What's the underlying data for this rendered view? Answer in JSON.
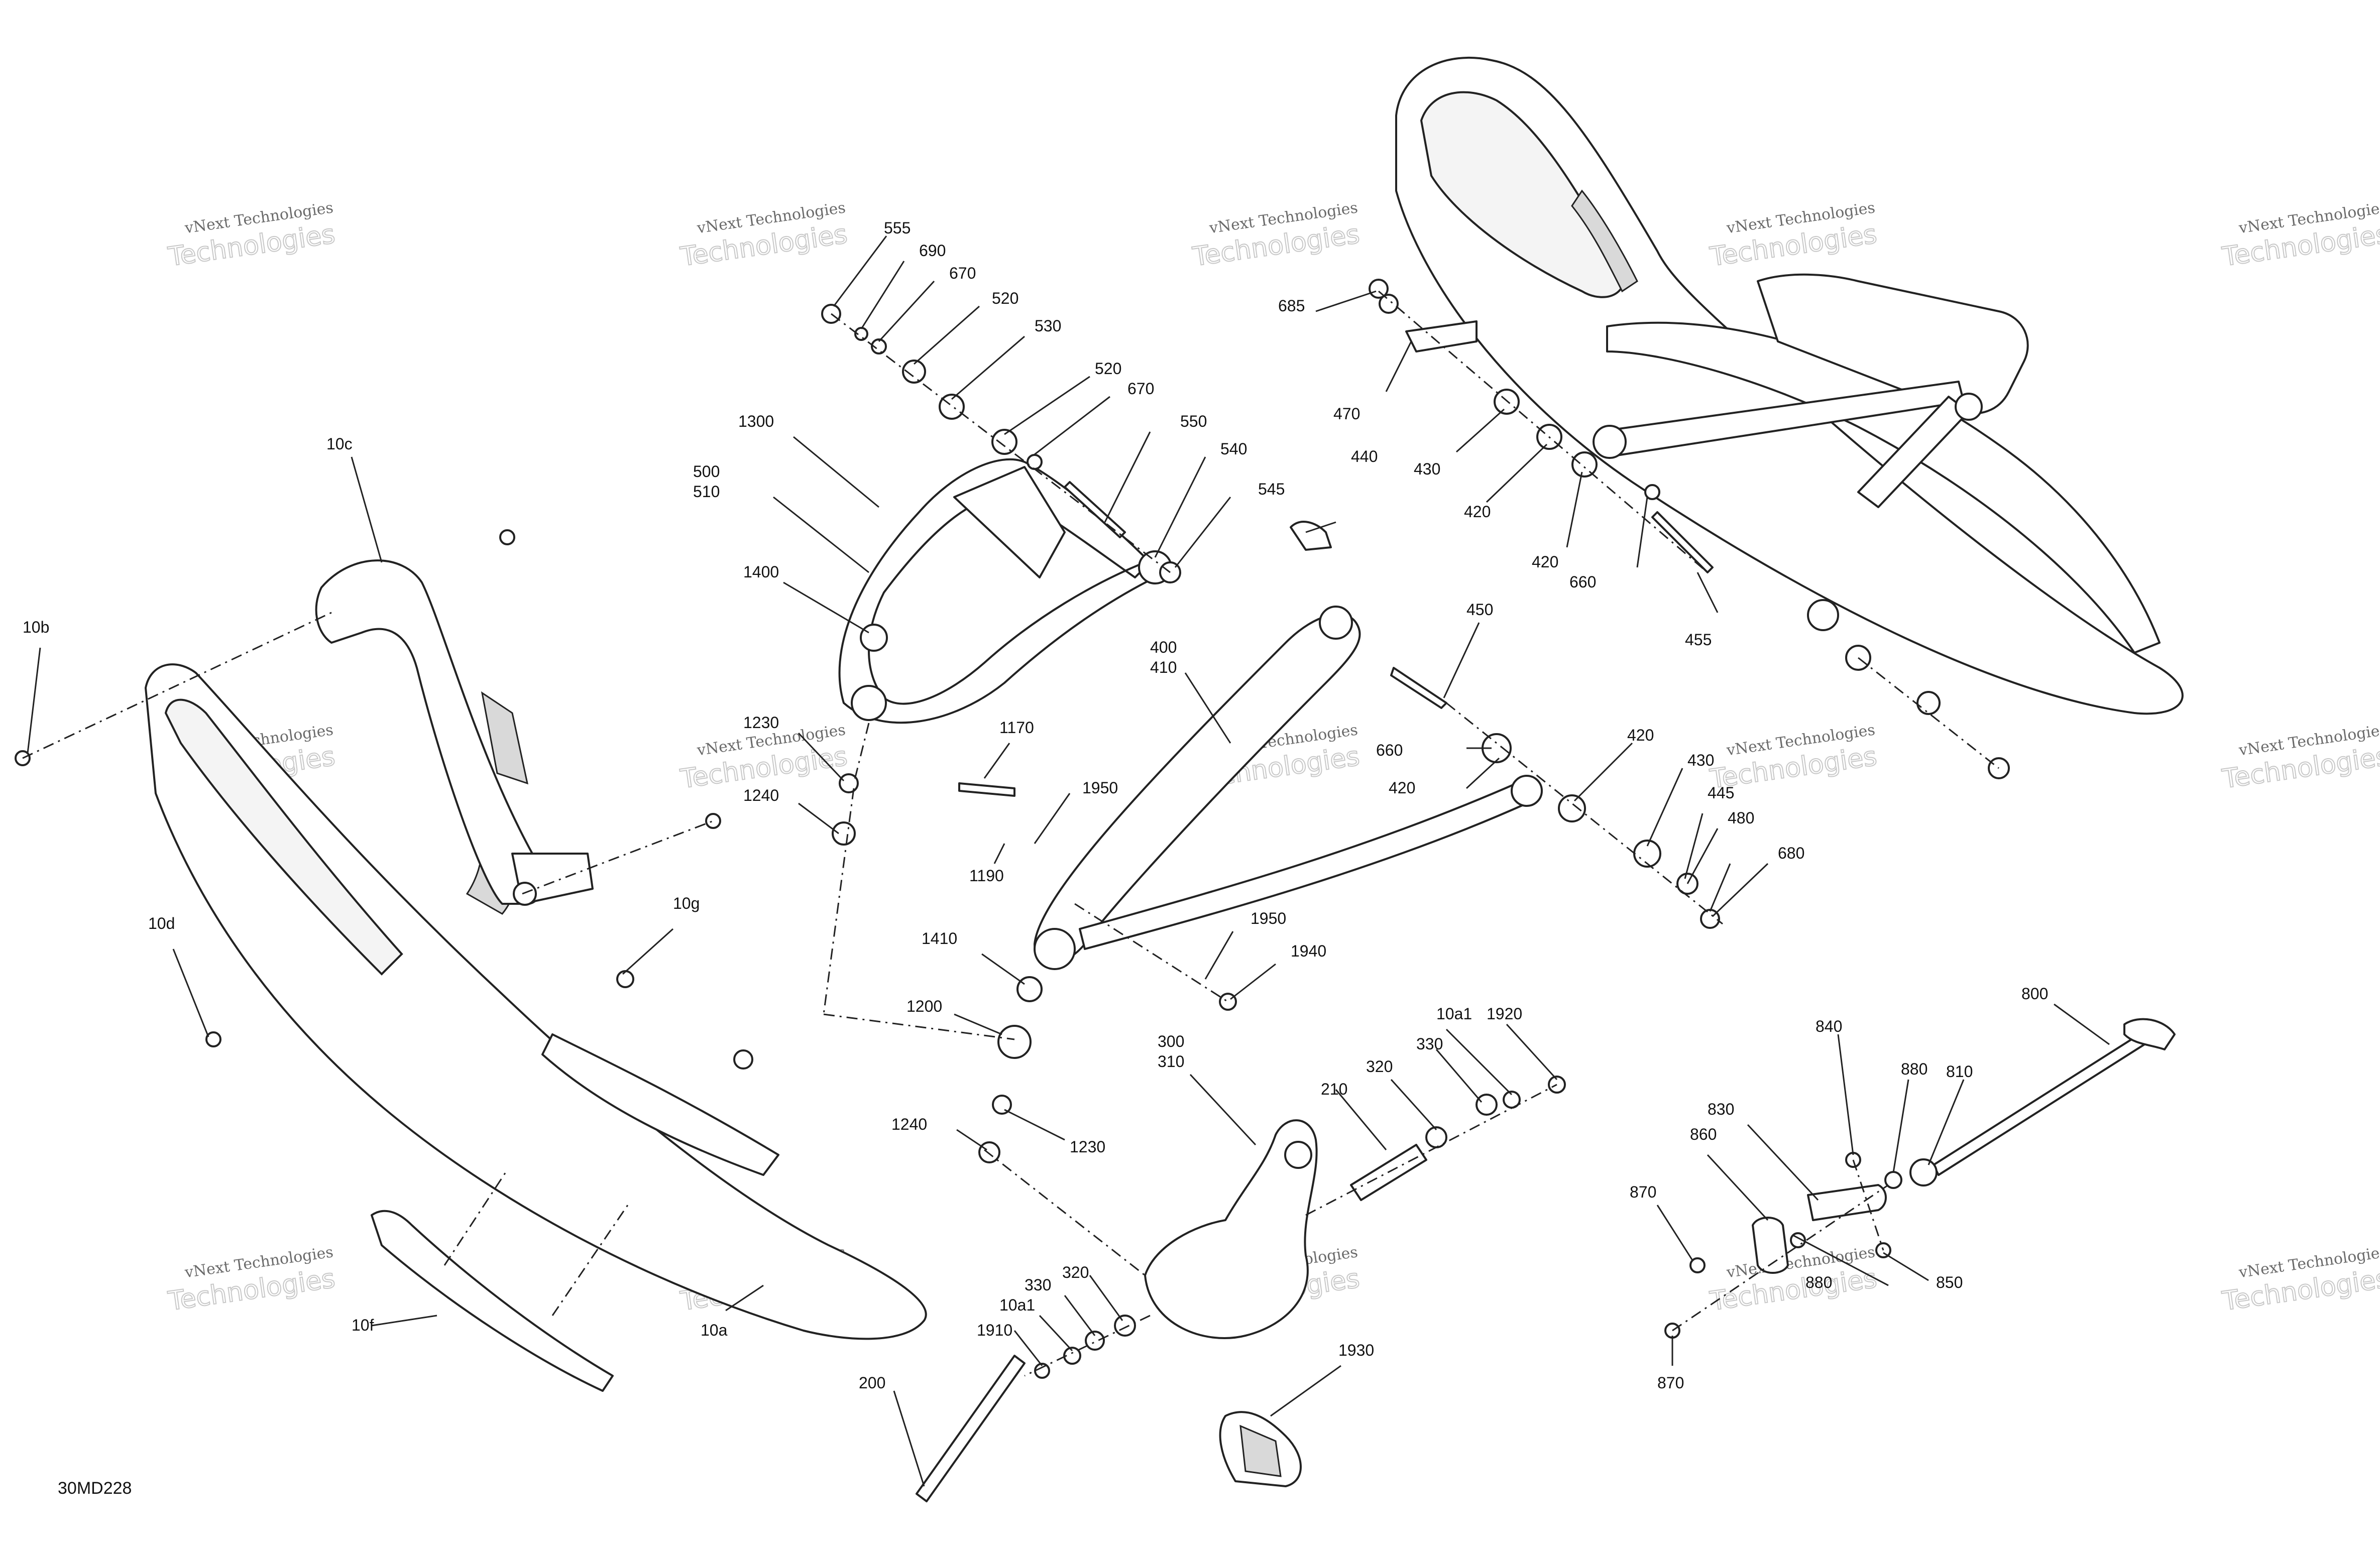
{
  "document": {
    "figure_id": "30MD228"
  },
  "watermark": {
    "line1": "vNext Technologies",
    "line2": "Technologies"
  },
  "callouts": [
    {
      "id": "555",
      "label": "555"
    },
    {
      "id": "690",
      "label": "690"
    },
    {
      "id": "670a",
      "label": "670"
    },
    {
      "id": "520a",
      "label": "520"
    },
    {
      "id": "530",
      "label": "530"
    },
    {
      "id": "520b",
      "label": "520"
    },
    {
      "id": "670b",
      "label": "670"
    },
    {
      "id": "550",
      "label": "550"
    },
    {
      "id": "540",
      "label": "540"
    },
    {
      "id": "545",
      "label": "545"
    },
    {
      "id": "1300",
      "label": "1300"
    },
    {
      "id": "500",
      "label": "500"
    },
    {
      "id": "510",
      "label": "510"
    },
    {
      "id": "1400",
      "label": "1400"
    },
    {
      "id": "10c",
      "label": "10c"
    },
    {
      "id": "10b",
      "label": "10b"
    },
    {
      "id": "10d",
      "label": "10d"
    },
    {
      "id": "10g",
      "label": "10g"
    },
    {
      "id": "10f",
      "label": "10f"
    },
    {
      "id": "10a",
      "label": "10a"
    },
    {
      "id": "1230a",
      "label": "1230"
    },
    {
      "id": "1240a",
      "label": "1240"
    },
    {
      "id": "400",
      "label": "400"
    },
    {
      "id": "410",
      "label": "410"
    },
    {
      "id": "1170",
      "label": "1170"
    },
    {
      "id": "1950a",
      "label": "1950"
    },
    {
      "id": "1190",
      "label": "1190"
    },
    {
      "id": "1410",
      "label": "1410"
    },
    {
      "id": "1200",
      "label": "1200"
    },
    {
      "id": "1240b",
      "label": "1240"
    },
    {
      "id": "1230b",
      "label": "1230"
    },
    {
      "id": "1950b",
      "label": "1950"
    },
    {
      "id": "1940",
      "label": "1940"
    },
    {
      "id": "685",
      "label": "685"
    },
    {
      "id": "470",
      "label": "470"
    },
    {
      "id": "440",
      "label": "440"
    },
    {
      "id": "430a",
      "label": "430"
    },
    {
      "id": "420a",
      "label": "420"
    },
    {
      "id": "420b",
      "label": "420"
    },
    {
      "id": "660a",
      "label": "660"
    },
    {
      "id": "455",
      "label": "455"
    },
    {
      "id": "450",
      "label": "450"
    },
    {
      "id": "660b",
      "label": "660"
    },
    {
      "id": "420c",
      "label": "420"
    },
    {
      "id": "420d",
      "label": "420"
    },
    {
      "id": "430b",
      "label": "430"
    },
    {
      "id": "445",
      "label": "445"
    },
    {
      "id": "480",
      "label": "480"
    },
    {
      "id": "680",
      "label": "680"
    },
    {
      "id": "300",
      "label": "300"
    },
    {
      "id": "310",
      "label": "310"
    },
    {
      "id": "210",
      "label": "210"
    },
    {
      "id": "320a",
      "label": "320"
    },
    {
      "id": "330a",
      "label": "330"
    },
    {
      "id": "10a1a",
      "label": "10a1"
    },
    {
      "id": "1920",
      "label": "1920"
    },
    {
      "id": "330b",
      "label": "330"
    },
    {
      "id": "320b",
      "label": "320"
    },
    {
      "id": "10a1b",
      "label": "10a1"
    },
    {
      "id": "1910",
      "label": "1910"
    },
    {
      "id": "200",
      "label": "200"
    },
    {
      "id": "1930",
      "label": "1930"
    },
    {
      "id": "800",
      "label": "800"
    },
    {
      "id": "840",
      "label": "840"
    },
    {
      "id": "880a",
      "label": "880"
    },
    {
      "id": "810",
      "label": "810"
    },
    {
      "id": "830",
      "label": "830"
    },
    {
      "id": "860",
      "label": "860"
    },
    {
      "id": "870a",
      "label": "870"
    },
    {
      "id": "880b",
      "label": "880"
    },
    {
      "id": "850",
      "label": "850"
    },
    {
      "id": "870b",
      "label": "870"
    }
  ]
}
